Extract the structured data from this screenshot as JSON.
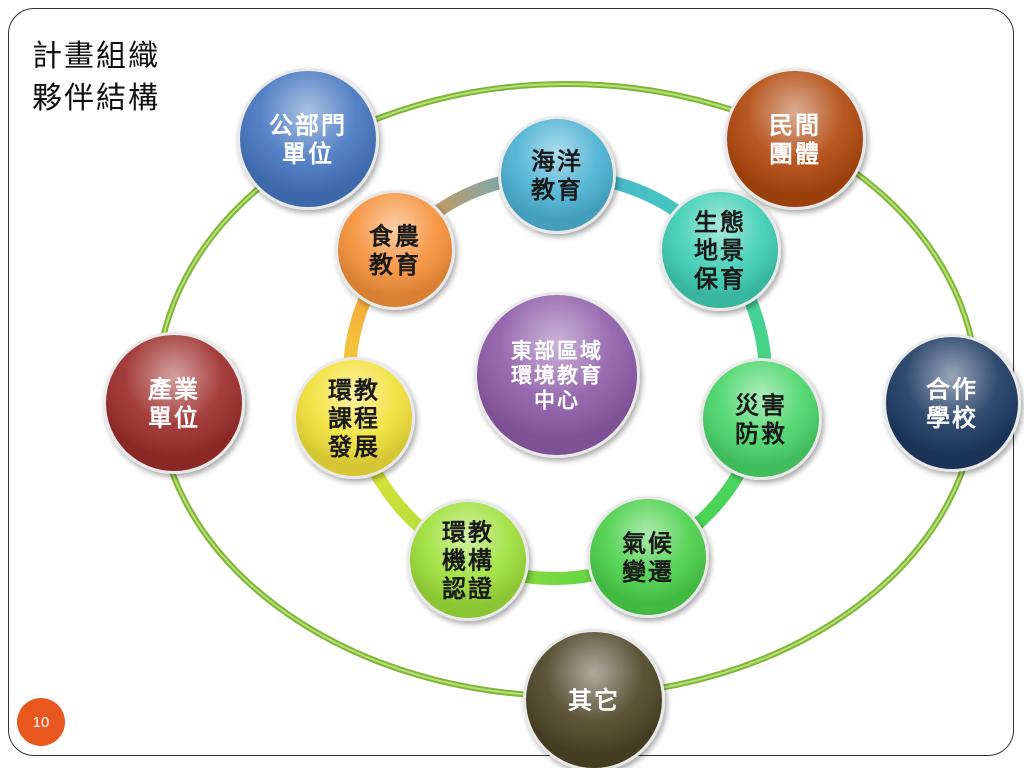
{
  "title": {
    "line1": "計畫組織",
    "line2": "夥伴結構"
  },
  "center": {
    "lines": [
      "東部區域",
      "環境教育",
      "中心"
    ],
    "color": "#8e5ca8"
  },
  "inner_nodes": [
    {
      "id": "ocean",
      "lines": [
        "海洋",
        "教育"
      ],
      "color": "#4cb2d4"
    },
    {
      "id": "ecology",
      "lines": [
        "生態",
        "地景",
        "保育"
      ],
      "color": "#3fcfb4"
    },
    {
      "id": "disaster",
      "lines": [
        "災害",
        "防救"
      ],
      "color": "#4ad66a"
    },
    {
      "id": "climate",
      "lines": [
        "氣候",
        "變遷"
      ],
      "color": "#4ad14a"
    },
    {
      "id": "certification",
      "lines": [
        "環教",
        "機構",
        "認證"
      ],
      "color": "#9ee03a"
    },
    {
      "id": "curriculum",
      "lines": [
        "環教",
        "課程",
        "發展"
      ],
      "color": "#f3e13a"
    },
    {
      "id": "food",
      "lines": [
        "食農",
        "教育"
      ],
      "color": "#f6913a"
    }
  ],
  "outer_nodes": [
    {
      "id": "public",
      "lines": [
        "公部門",
        "單位"
      ],
      "color": "#4576c0",
      "text_color": "#ffffff"
    },
    {
      "id": "civil",
      "lines": [
        "民間",
        "團體"
      ],
      "color": "#b1480d",
      "text_color": "#ffffff"
    },
    {
      "id": "school",
      "lines": [
        "合作",
        "學校"
      ],
      "color": "#1d3a63",
      "text_color": "#ffffff"
    },
    {
      "id": "other",
      "lines": [
        "其它"
      ],
      "color": "#4d4526",
      "text_color": "#ffffff"
    },
    {
      "id": "industry",
      "lines": [
        "產業",
        "單位"
      ],
      "color": "#9d2d2b",
      "text_color": "#ffffff"
    }
  ],
  "colors": {
    "outer_ring": "#8cc63f",
    "page_number_bg": "#e8571e"
  },
  "page_number": "10"
}
